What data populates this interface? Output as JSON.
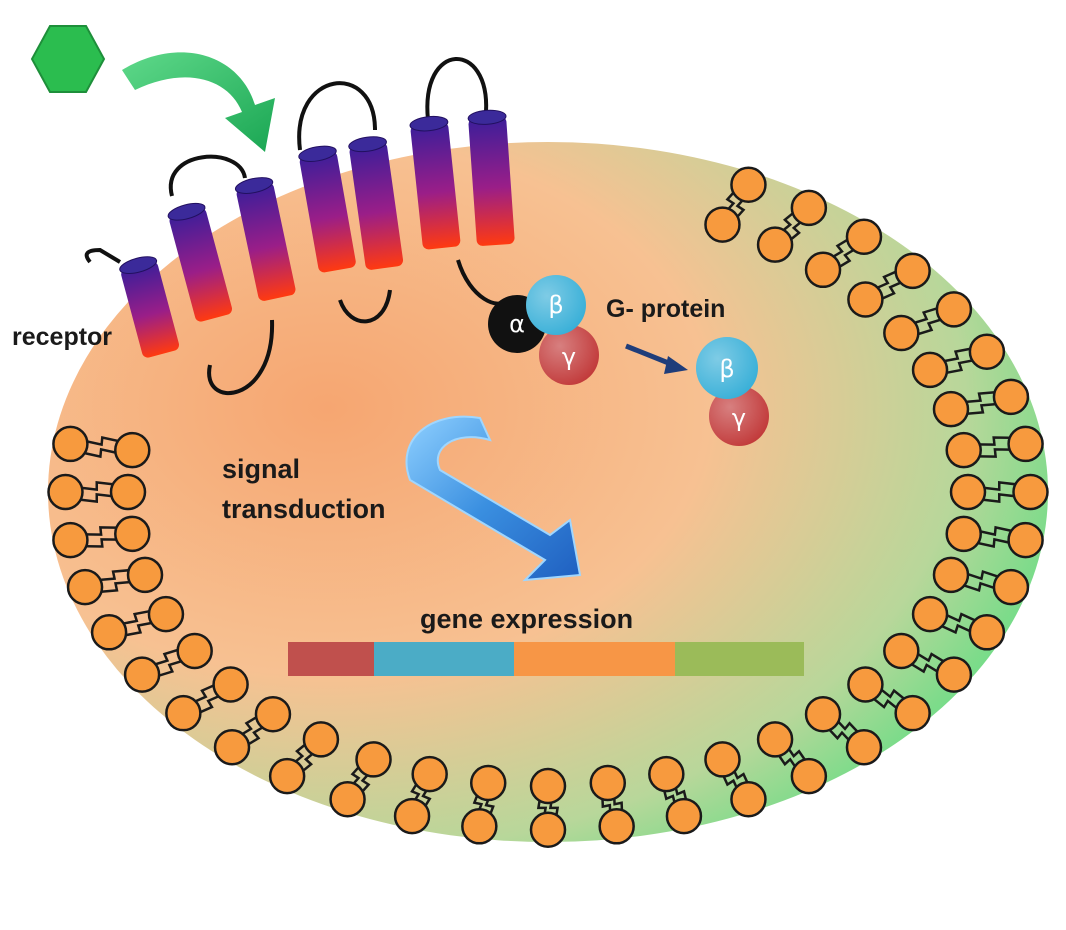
{
  "labels": {
    "receptor": "receptor",
    "g_protein": "G- protein",
    "signal_line1": "signal",
    "signal_line2": "transduction",
    "gene_expression": "gene expression"
  },
  "subunits": {
    "alpha": "α",
    "beta": "β",
    "gamma": "γ"
  },
  "colors": {
    "cell_left": "#f6a671",
    "cell_mid": "#f7c192",
    "cell_right": "#3fe07a",
    "lipid_head": "#f79a3e",
    "lipid_outline": "#1a1a1a",
    "helix_top": "#3b1e9a",
    "helix_bottom": "#ff3a10",
    "ligand": "#2bbd4f",
    "alpha": "#111111",
    "beta": "#3ab0d8",
    "gamma": "#c23b3b",
    "gene_segments": [
      "#c0504d",
      "#4bacc6",
      "#f79646",
      "#9bbb59"
    ]
  },
  "icons": {
    "ligand": "hexagon-ligand-icon",
    "binding_arrow": "curved-arrow-icon",
    "transduction_arrow": "curved-arrow-icon",
    "release_arrow": "arrow-icon"
  }
}
